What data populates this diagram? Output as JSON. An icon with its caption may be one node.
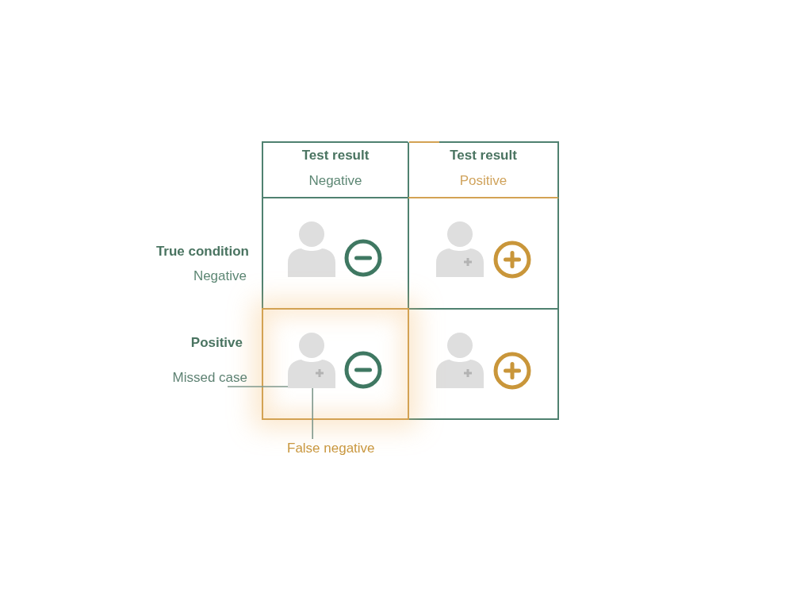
{
  "diagram": {
    "nodes": [
      {
        "text": [
          "Test result",
          "Negative"
        ]
      },
      {
        "text": [
          "Test result",
          "Positive"
        ]
      },
      {
        "text": [],
        "shape": "box"
      },
      {
        "text": [],
        "shape": "box"
      },
      {
        "text": [
          "Missed case"
        ]
      },
      {
        "text": [],
        "shape": "box"
      },
      {
        "text": [],
        "shape": "person",
        "in": 5
      },
      {
        "text": [],
        "shape": "box"
      },
      {
        "text": [
          "False negative"
        ]
      }
    ],
    "edges": [
      {
        "from": 4,
        "to": 6,
        "arrow": "none"
      },
      {
        "from": 8,
        "to": 6,
        "arrow": "none"
      }
    ],
    "labels": [
      "True condition",
      "Negative",
      "Positive"
    ]
  }
}
